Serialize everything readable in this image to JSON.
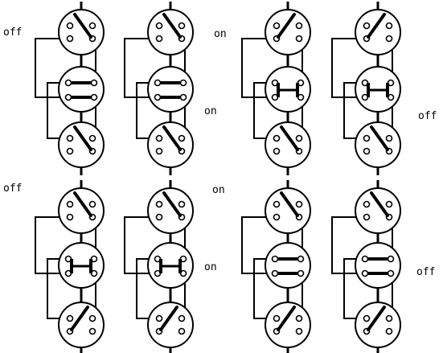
{
  "labels": {
    "l1": "off",
    "l2": "on",
    "l3": "on",
    "l4": "off",
    "l5": "off",
    "l6": "on",
    "l7": "on",
    "l8": "off"
  },
  "colors": {
    "ink": "#000000",
    "paper": "#ffffff"
  },
  "panels": [
    {
      "top": "diag-down",
      "mid": "bars",
      "bot": "diag-down",
      "loop": "left"
    },
    {
      "top": "diag-down",
      "mid": "bars",
      "bot": "diag-down",
      "loop": "left"
    },
    {
      "top": "diag-up",
      "mid": "bars-cross",
      "bot": "diag-down",
      "loop": "left"
    },
    {
      "top": "diag-up",
      "mid": "bars-cross",
      "bot": "diag-down",
      "loop": "left"
    },
    {
      "top": "diag-down",
      "mid": "bars-cross",
      "bot": "diag-up",
      "loop": "left"
    },
    {
      "top": "diag-down",
      "mid": "bars-cross",
      "bot": "diag-up",
      "loop": "left"
    },
    {
      "top": "diag-down",
      "mid": "bars",
      "bot": "diag-up",
      "loop": "left"
    },
    {
      "top": "diag-down",
      "mid": "bars",
      "bot": "diag-up",
      "loop": "left"
    }
  ]
}
